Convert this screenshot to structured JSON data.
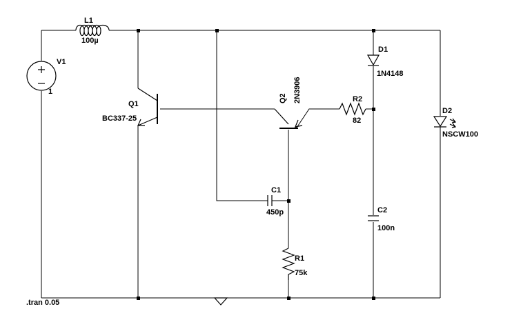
{
  "components": {
    "v1": {
      "name": "V1",
      "value": "1"
    },
    "l1": {
      "name": "L1",
      "value": "100µ"
    },
    "q1": {
      "name": "Q1",
      "value": "BC337-25"
    },
    "q2": {
      "name": "Q2",
      "value": "2N3906"
    },
    "r2": {
      "name": "R2",
      "value": "82"
    },
    "d1": {
      "name": "D1",
      "value": "1N4148"
    },
    "d2": {
      "name": "D2",
      "value": "NSCW100"
    },
    "c1": {
      "name": "C1",
      "value": "450p"
    },
    "c2": {
      "name": "C2",
      "value": "100n"
    },
    "r1": {
      "name": "R1",
      "value": "75k"
    }
  },
  "directive": ".tran 0.05"
}
